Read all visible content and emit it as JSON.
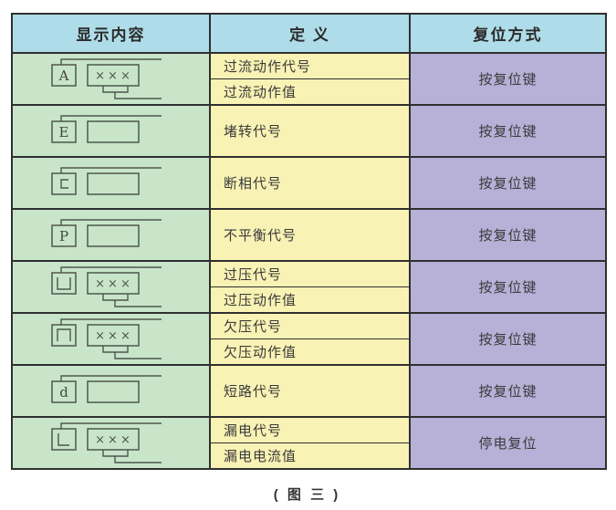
{
  "header": {
    "col1": "显示内容",
    "col2": "定 义",
    "col3": "复位方式"
  },
  "rows": [
    {
      "code_letter": "A",
      "symbol": "letter-a-with-xxx-display",
      "display_value": "×××",
      "definitions": [
        "过流动作代号",
        "过流动作值"
      ],
      "reset": "按复位键"
    },
    {
      "code_letter": "E",
      "symbol": "letter-e-with-blank-display",
      "definitions": [
        "堵转代号"
      ],
      "reset": "按复位键"
    },
    {
      "code_letter": "c",
      "symbol": "open-right-square-with-blank-display",
      "definitions": [
        "断相代号"
      ],
      "reset": "按复位键"
    },
    {
      "code_letter": "P",
      "symbol": "letter-p-with-blank-display",
      "definitions": [
        "不平衡代号"
      ],
      "reset": "按复位键"
    },
    {
      "code_letter": "U",
      "symbol": "open-top-square-with-xxx-display",
      "display_value": "×××",
      "definitions": [
        "过压代号",
        "过压动作值"
      ],
      "reset": "按复位键"
    },
    {
      "code_letter": "∩",
      "symbol": "open-bottom-square-with-xxx-display",
      "display_value": "×××",
      "definitions": [
        "欠压代号",
        "欠压动作值"
      ],
      "reset": "按复位键"
    },
    {
      "code_letter": "d",
      "symbol": "letter-d-with-blank-display",
      "definitions": [
        "短路代号"
      ],
      "reset": "按复位键"
    },
    {
      "code_letter": "L",
      "symbol": "seven-segment-l-with-xxx-display",
      "display_value": "×××",
      "definitions": [
        "漏电代号",
        "漏电电流值"
      ],
      "reset": "停电复位"
    }
  ],
  "caption": "( 图 三 )",
  "colors": {
    "header_bg": "#aedce8",
    "display_col_bg": "#c8e5c9",
    "definition_col_bg": "#f8f2b4",
    "reset_col_bg": "#b7b0d7",
    "border": "#2f2f2f",
    "symbol_stroke": "#4e564e"
  }
}
